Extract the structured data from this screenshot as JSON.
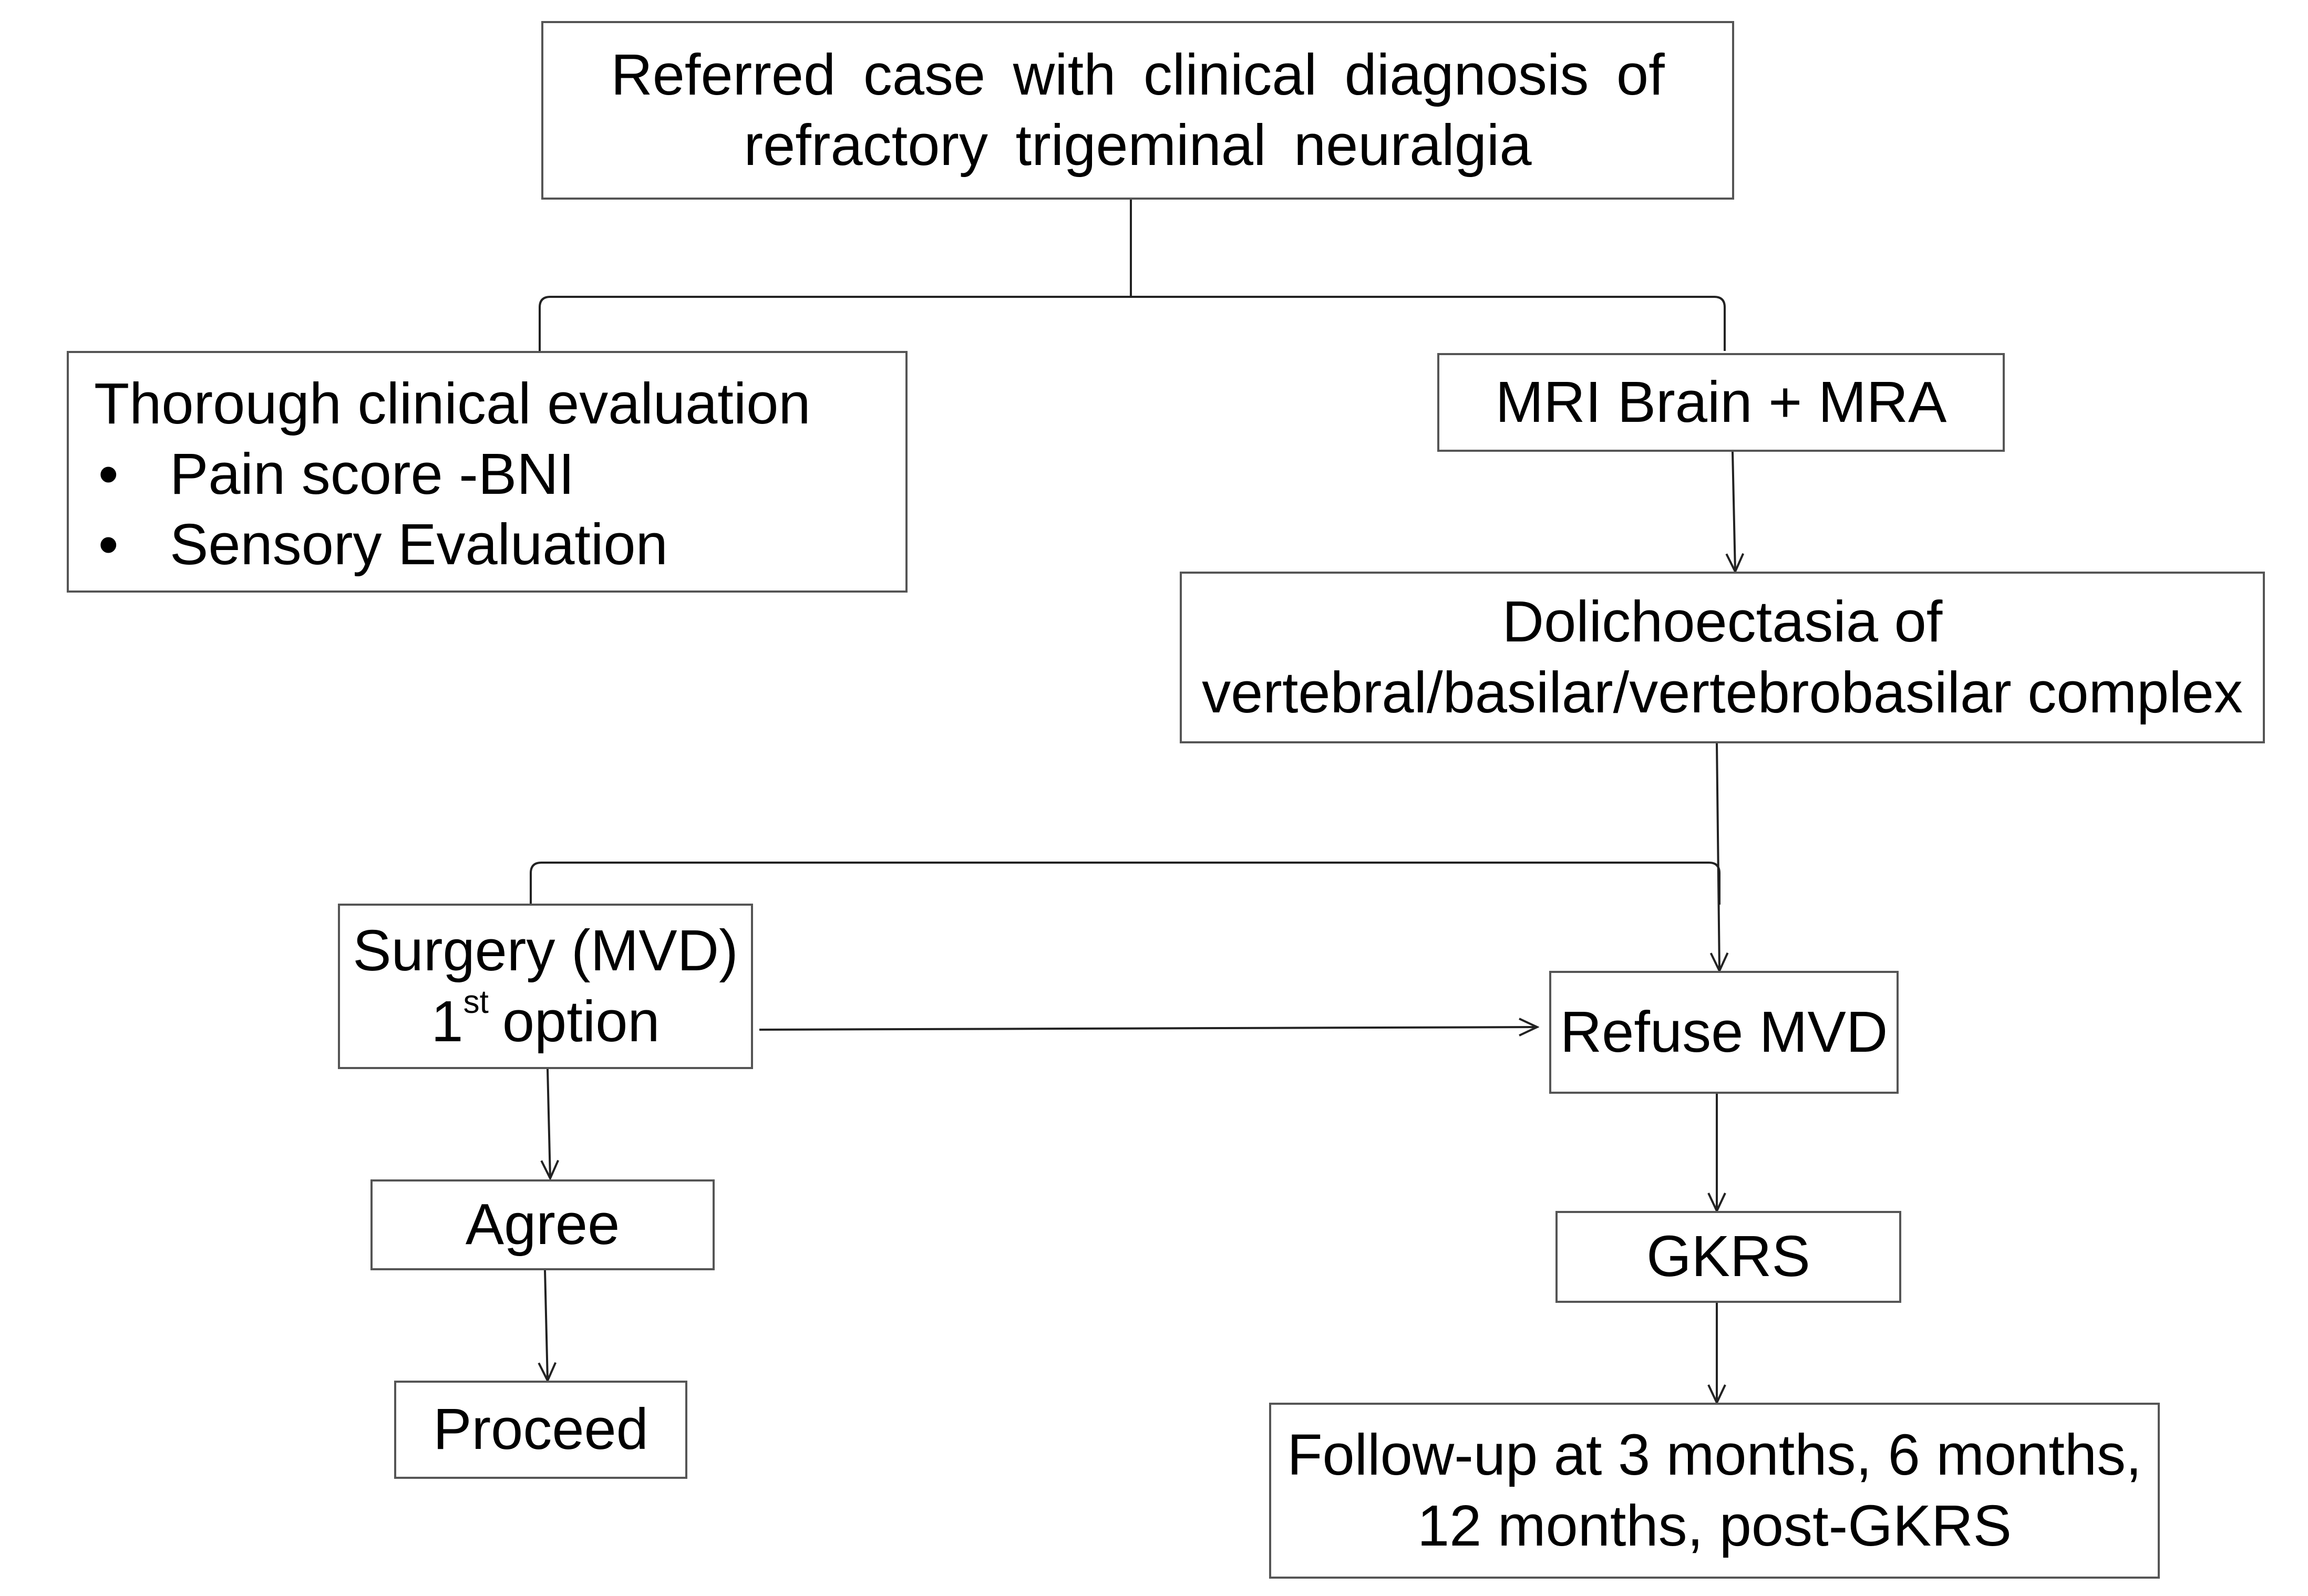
{
  "nodes": {
    "referred": {
      "lines": [
        "Referred case with clinical diagnosis of",
        "refractory trigeminal neuralgia"
      ]
    },
    "evaluation": {
      "title": "Thorough clinical evaluation",
      "bullets": [
        "Pain score -BNI",
        "Sensory Evaluation"
      ],
      "bullet_symbol": "•"
    },
    "mri": {
      "label": "MRI Brain + MRA"
    },
    "dolicho": {
      "lines": [
        "Dolichoectasia of",
        "vertebral/basilar/vertebrobasilar complex"
      ]
    },
    "surgery": {
      "line1": "Surgery (MVD)",
      "ordinal_number": "1",
      "ordinal_suffix": "st",
      "ordinal_rest": "option"
    },
    "refuse": {
      "label": "Refuse MVD"
    },
    "agree": {
      "label": "Agree"
    },
    "gkrs": {
      "label": "GKRS"
    },
    "proceed": {
      "label": "Proceed"
    },
    "followup": {
      "lines": [
        "Follow-up at 3 months, 6 months,",
        "12 months, post-GKRS"
      ]
    }
  },
  "style": {
    "line_color": "#222222",
    "border_color": "#555555"
  }
}
